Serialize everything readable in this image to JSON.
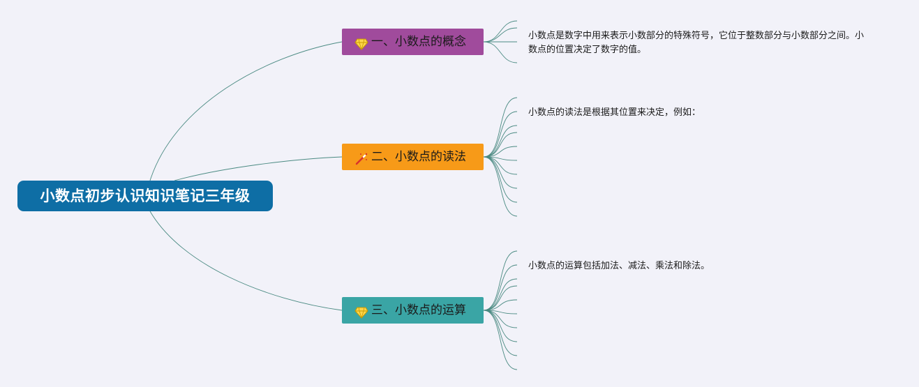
{
  "root": {
    "title": "小数点初步认识知识笔记三年级"
  },
  "branches": [
    {
      "title": "一、小数点的概念",
      "icon": "diamond-icon",
      "color": "#a04b9c",
      "note": "小数点是数字中用来表示小数部分的特殊符号，它位于整数部分与小数部分之间。小数点的位置决定了数字的值。"
    },
    {
      "title": "二、小数点的读法",
      "icon": "magic-wand-icon",
      "color": "#f79a18",
      "note": "小数点的读法是根据其位置来决定，例如："
    },
    {
      "title": "三、小数点的运算",
      "icon": "diamond-icon",
      "color": "#3aa5a5",
      "note": "小数点的运算包括加法、减法、乘法和除法。"
    }
  ],
  "colors": {
    "background": "#f2f2f9",
    "root": "#0e6ea5",
    "connector": "#4a8a82"
  }
}
